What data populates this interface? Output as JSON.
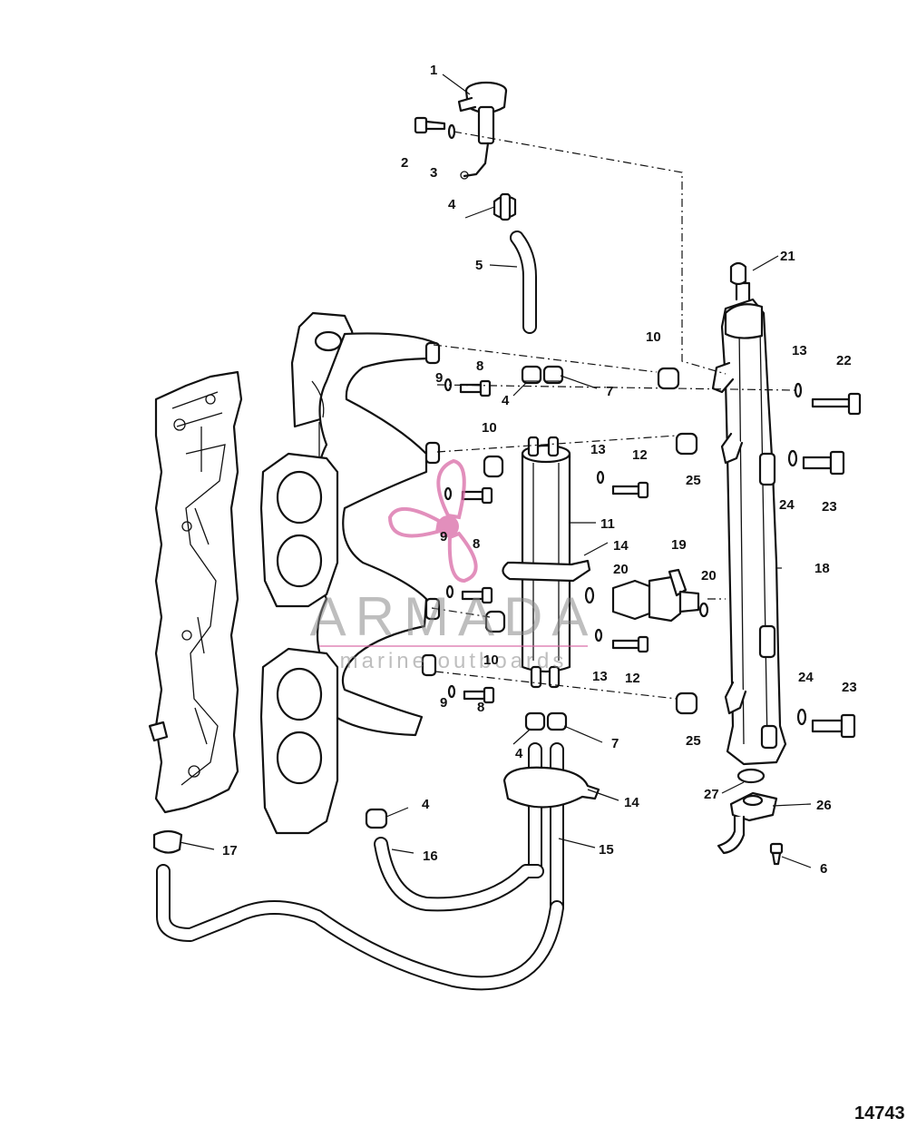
{
  "figure_number": "14743",
  "watermark": {
    "brand": "ARMADA",
    "tagline": "marine outboards",
    "accent_color": "#d96aa6"
  },
  "callouts": [
    {
      "label": "1",
      "part": "pressure-regulator"
    },
    {
      "label": "2",
      "part": "screw"
    },
    {
      "label": "3",
      "part": "washer"
    },
    {
      "label": "4",
      "part": "hose-clamp"
    },
    {
      "label": "5",
      "part": "hose"
    },
    {
      "label": "4",
      "part": "hose-clamp"
    },
    {
      "label": "7",
      "part": "hose-clamp"
    },
    {
      "label": "8",
      "part": "screw"
    },
    {
      "label": "9",
      "part": "washer"
    },
    {
      "label": "10",
      "part": "grommet"
    },
    {
      "label": "10",
      "part": "grommet"
    },
    {
      "label": "11",
      "part": "fuel-pump"
    },
    {
      "label": "12",
      "part": "screw"
    },
    {
      "label": "13",
      "part": "washer"
    },
    {
      "label": "14",
      "part": "strap"
    },
    {
      "label": "20",
      "part": "o-ring"
    },
    {
      "label": "19",
      "part": "injector"
    },
    {
      "label": "20",
      "part": "o-ring"
    },
    {
      "label": "18",
      "part": "fuel-rail"
    },
    {
      "label": "21",
      "part": "cap"
    },
    {
      "label": "13",
      "part": "washer"
    },
    {
      "label": "22",
      "part": "screw"
    },
    {
      "label": "25",
      "part": "grommet"
    },
    {
      "label": "24",
      "part": "washer"
    },
    {
      "label": "23",
      "part": "screw"
    },
    {
      "label": "9",
      "part": "washer"
    },
    {
      "label": "8",
      "part": "screw"
    },
    {
      "label": "10",
      "part": "grommet"
    },
    {
      "label": "13",
      "part": "washer"
    },
    {
      "label": "12",
      "part": "screw"
    },
    {
      "label": "9",
      "part": "washer"
    },
    {
      "label": "8",
      "part": "screw"
    },
    {
      "label": "4",
      "part": "hose-clamp"
    },
    {
      "label": "7",
      "part": "hose-clamp"
    },
    {
      "label": "25",
      "part": "grommet"
    },
    {
      "label": "24",
      "part": "washer"
    },
    {
      "label": "23",
      "part": "screw"
    },
    {
      "label": "27",
      "part": "o-ring"
    },
    {
      "label": "26",
      "part": "fitting"
    },
    {
      "label": "6",
      "part": "screw"
    },
    {
      "label": "14",
      "part": "strap"
    },
    {
      "label": "15",
      "part": "hose"
    },
    {
      "label": "4",
      "part": "hose-clamp"
    },
    {
      "label": "16",
      "part": "hose"
    },
    {
      "label": "17",
      "part": "hose-clamp"
    }
  ]
}
